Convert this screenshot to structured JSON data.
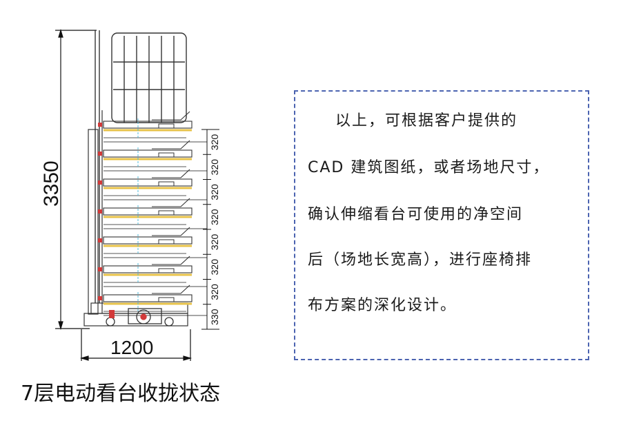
{
  "diagram": {
    "height_dimension": "3350",
    "width_dimension": "1200",
    "tier_dimensions": [
      "320",
      "320",
      "320",
      "320",
      "320",
      "320",
      "320",
      "330"
    ]
  },
  "note": {
    "lines": [
      "以上，可根据客户提供的",
      "CAD 建筑图纸，或者场地尺寸，",
      "确认伸缩看台可使用的净空间",
      "后（场地长宽高），进行座椅排",
      "布方案的深化设计。"
    ]
  },
  "caption": "7层电动看台收拢状态",
  "colors": {
    "border": "#4b63b0",
    "yellow": "#e8c34a",
    "cyan": "#4fb8d8",
    "red": "#d23a3a"
  }
}
